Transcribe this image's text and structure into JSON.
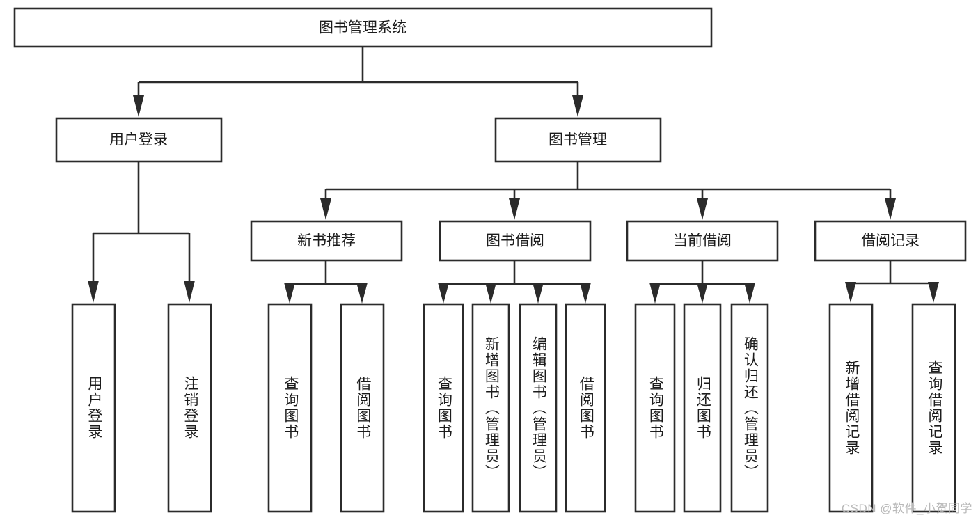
{
  "diagram": {
    "type": "tree-hierarchy-flowchart",
    "root": {
      "label": "图书管理系统"
    },
    "level2": [
      {
        "label": "用户登录"
      },
      {
        "label": "图书管理"
      }
    ],
    "level3": [
      {
        "label": "新书推荐"
      },
      {
        "label": "图书借阅"
      },
      {
        "label": "当前借阅"
      },
      {
        "label": "借阅记录"
      }
    ],
    "leaves": {
      "user_login": [
        {
          "label": "用户登录"
        },
        {
          "label": "注销登录"
        }
      ],
      "new_book_recommend": [
        {
          "label": "查询图书"
        },
        {
          "label": "借阅图书"
        }
      ],
      "book_borrow": [
        {
          "label": "查询图书"
        },
        {
          "label": "新增图书（管理员）"
        },
        {
          "label": "编辑图书（管理员）"
        },
        {
          "label": "借阅图书"
        }
      ],
      "current_borrow": [
        {
          "label": "查询图书"
        },
        {
          "label": "归还图书"
        },
        {
          "label": "确认归还（管理员）"
        }
      ],
      "borrow_record": [
        {
          "label": "新增借阅记录"
        },
        {
          "label": "查询借阅记录"
        }
      ]
    }
  },
  "watermark": {
    "text": "CSDN @软件_小贺同学"
  },
  "colors": {
    "stroke": "#2b2b2b",
    "fill": "#ffffff",
    "text": "#1c1c1c",
    "watermark": "#b9b9b9"
  }
}
